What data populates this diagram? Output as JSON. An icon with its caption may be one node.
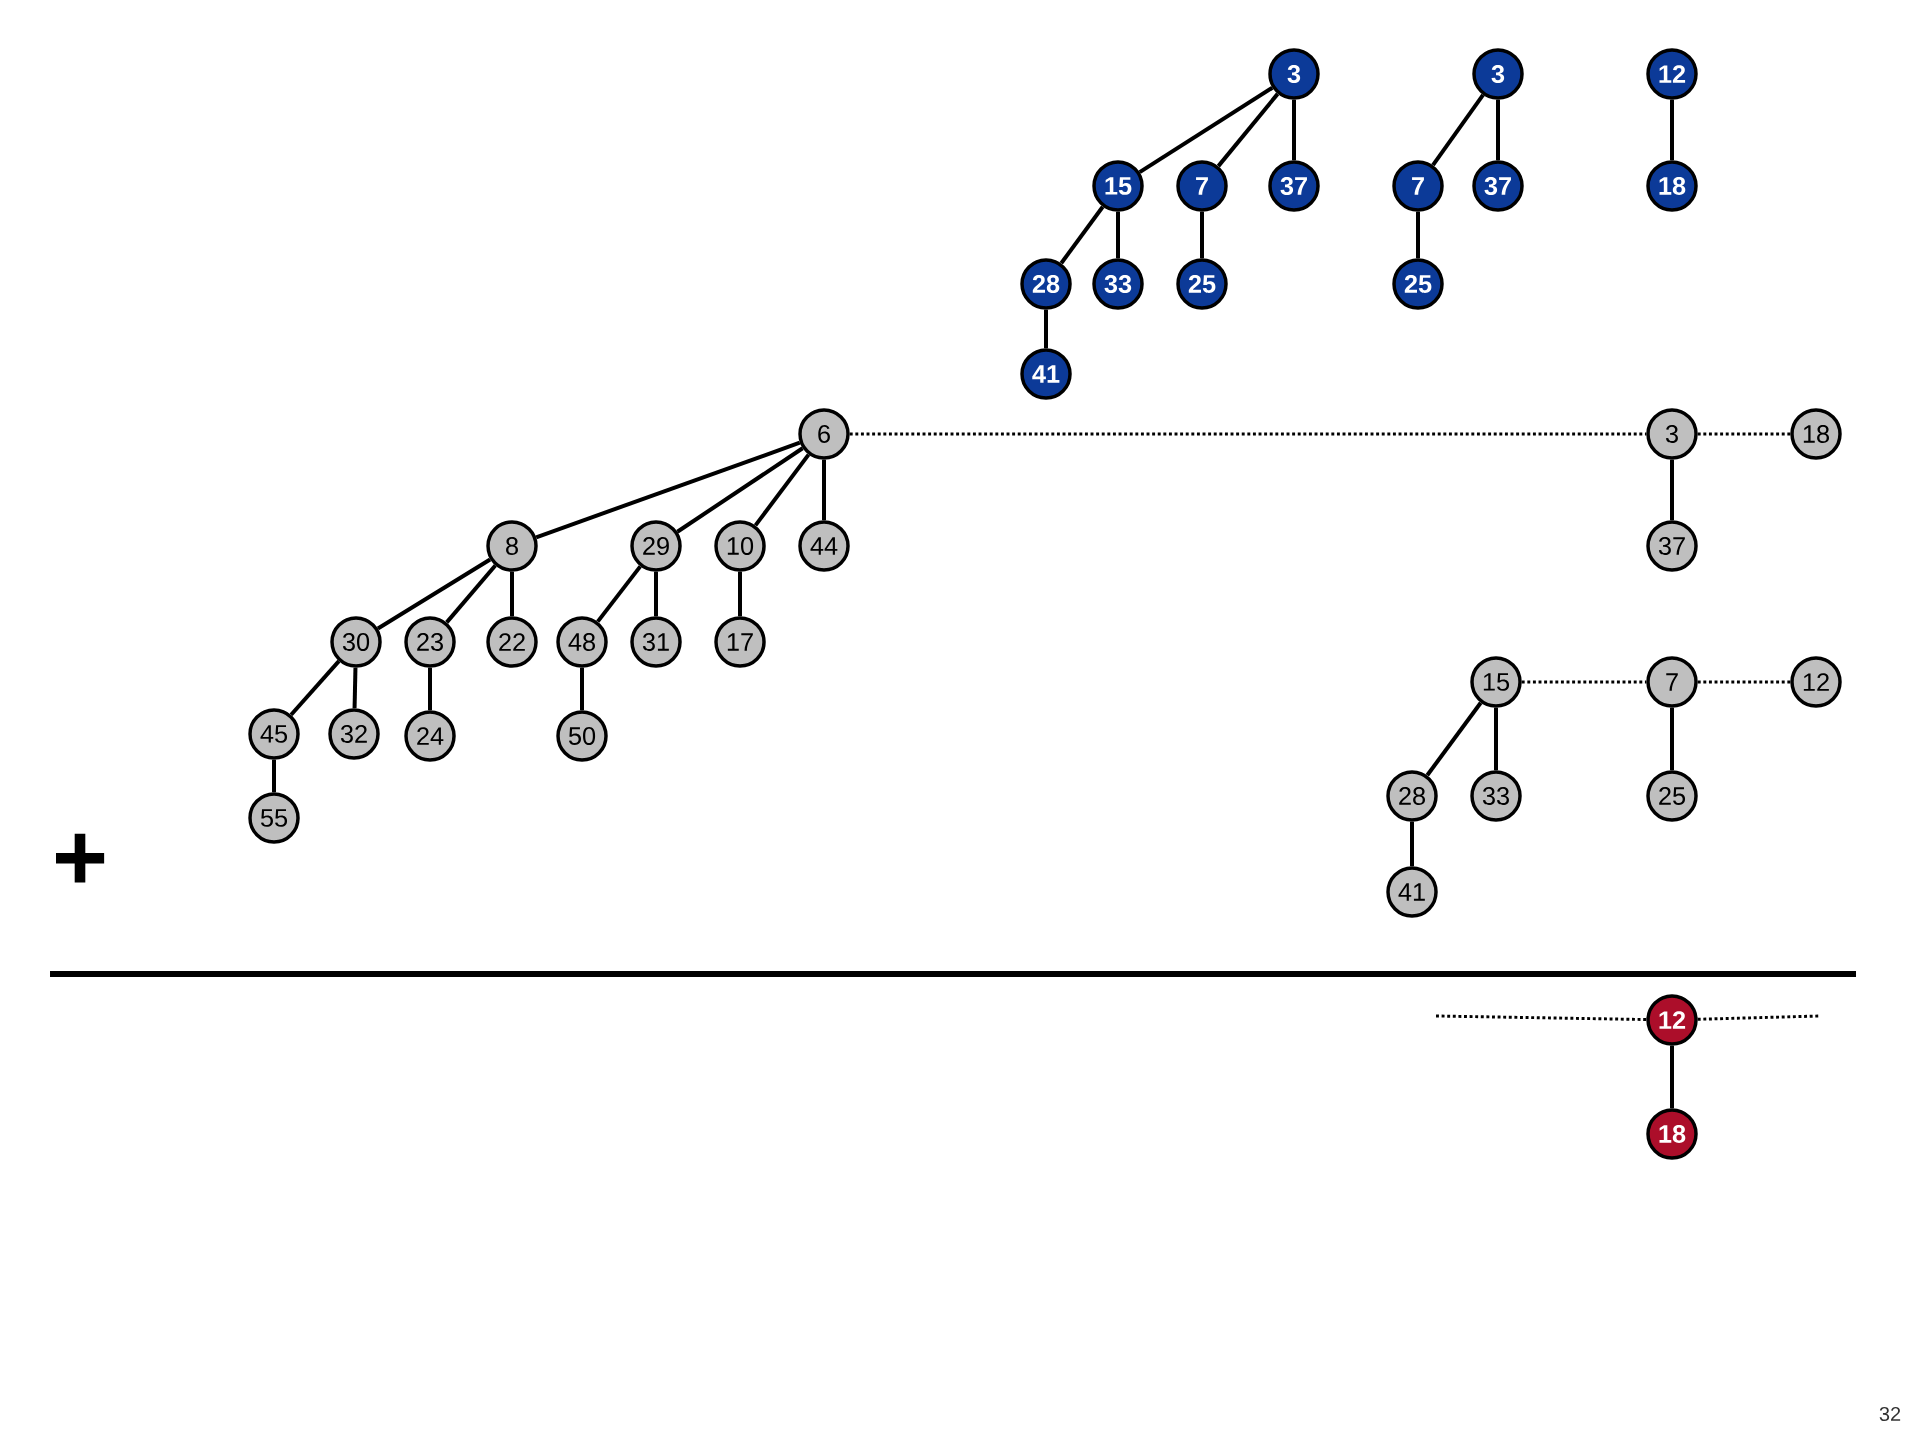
{
  "diagram": {
    "nodes": [
      {
        "text": [
          "3"
        ]
      },
      {
        "text": [
          "15"
        ]
      },
      {
        "text": [
          "7"
        ]
      },
      {
        "text": [
          "37"
        ]
      },
      {
        "text": [
          "28"
        ]
      },
      {
        "text": [
          "33"
        ]
      },
      {
        "text": [
          "25"
        ]
      },
      {
        "text": [
          "41"
        ]
      },
      {
        "text": [
          "3"
        ]
      },
      {
        "text": [
          "7"
        ]
      },
      {
        "text": [
          "37"
        ]
      },
      {
        "text": [
          "25"
        ]
      },
      {
        "text": [
          "12"
        ]
      },
      {
        "text": [
          "18"
        ]
      },
      {
        "text": [
          "6"
        ]
      },
      {
        "text": [
          "8"
        ]
      },
      {
        "text": [
          "29"
        ]
      },
      {
        "text": [
          "10"
        ]
      },
      {
        "text": [
          "44"
        ]
      },
      {
        "text": [
          "30"
        ]
      },
      {
        "text": [
          "23"
        ]
      },
      {
        "text": [
          "22"
        ]
      },
      {
        "text": [
          "48"
        ]
      },
      {
        "text": [
          "31"
        ]
      },
      {
        "text": [
          "17"
        ]
      },
      {
        "text": [
          "45"
        ]
      },
      {
        "text": [
          "32"
        ]
      },
      {
        "text": [
          "24"
        ]
      },
      {
        "text": [
          "50"
        ]
      },
      {
        "text": [
          "55"
        ]
      },
      {
        "text": [
          "3"
        ]
      },
      {
        "text": [
          "18"
        ]
      },
      {
        "text": [
          "37"
        ]
      },
      {
        "text": [
          "15"
        ]
      },
      {
        "text": [
          "7"
        ]
      },
      {
        "text": [
          "12"
        ]
      },
      {
        "text": [
          "28"
        ]
      },
      {
        "text": [
          "33"
        ]
      },
      {
        "text": [
          "25"
        ]
      },
      {
        "text": [
          "41"
        ]
      },
      {
        "text": [
          "12"
        ]
      },
      {
        "text": [
          "18"
        ]
      }
    ],
    "edges": [
      {
        "from": 0,
        "to": 1,
        "arrow": "none"
      },
      {
        "from": 0,
        "to": 2,
        "arrow": "none"
      },
      {
        "from": 0,
        "to": 3,
        "arrow": "none"
      },
      {
        "from": 1,
        "to": 4,
        "arrow": "none"
      },
      {
        "from": 1,
        "to": 5,
        "arrow": "none"
      },
      {
        "from": 2,
        "to": 6,
        "arrow": "none"
      },
      {
        "from": 4,
        "to": 7,
        "arrow": "none"
      },
      {
        "from": 8,
        "to": 9,
        "arrow": "none"
      },
      {
        "from": 8,
        "to": 10,
        "arrow": "none"
      },
      {
        "from": 9,
        "to": 11,
        "arrow": "none"
      },
      {
        "from": 12,
        "to": 13,
        "arrow": "none"
      },
      {
        "from": 14,
        "to": 15,
        "arrow": "none"
      },
      {
        "from": 14,
        "to": 16,
        "arrow": "none"
      },
      {
        "from": 14,
        "to": 17,
        "arrow": "none"
      },
      {
        "from": 14,
        "to": 18,
        "arrow": "none"
      },
      {
        "from": 15,
        "to": 19,
        "arrow": "none"
      },
      {
        "from": 15,
        "to": 20,
        "arrow": "none"
      },
      {
        "from": 15,
        "to": 21,
        "arrow": "none"
      },
      {
        "from": 16,
        "to": 22,
        "arrow": "none"
      },
      {
        "from": 16,
        "to": 23,
        "arrow": "none"
      },
      {
        "from": 17,
        "to": 24,
        "arrow": "none"
      },
      {
        "from": 19,
        "to": 25,
        "arrow": "none"
      },
      {
        "from": 19,
        "to": 26,
        "arrow": "none"
      },
      {
        "from": 20,
        "to": 27,
        "arrow": "none"
      },
      {
        "from": 22,
        "to": 28,
        "arrow": "none"
      },
      {
        "from": 25,
        "to": 29,
        "arrow": "none"
      },
      {
        "from": 14,
        "to": 30,
        "arrow": "none",
        "style": "dashed"
      },
      {
        "from": 30,
        "to": 31,
        "arrow": "none",
        "style": "dashed"
      },
      {
        "from": 30,
        "to": 32,
        "arrow": "none"
      },
      {
        "from": 33,
        "to": 34,
        "arrow": "none",
        "style": "dashed"
      },
      {
        "from": 34,
        "to": 35,
        "arrow": "none",
        "style": "dashed"
      },
      {
        "from": 33,
        "to": 36,
        "arrow": "none"
      },
      {
        "from": 33,
        "to": 37,
        "arrow": "none"
      },
      {
        "from": 34,
        "to": 38,
        "arrow": "none"
      },
      {
        "from": 36,
        "to": 39,
        "arrow": "none"
      },
      {
        "from": null,
        "to": 40,
        "arrow": "none",
        "style": "dashed"
      },
      {
        "from": 40,
        "to": null,
        "arrow": "none",
        "style": "dashed"
      },
      {
        "from": 40,
        "to": 41,
        "arrow": "none"
      }
    ],
    "labels": [
      "+",
      "32"
    ]
  }
}
